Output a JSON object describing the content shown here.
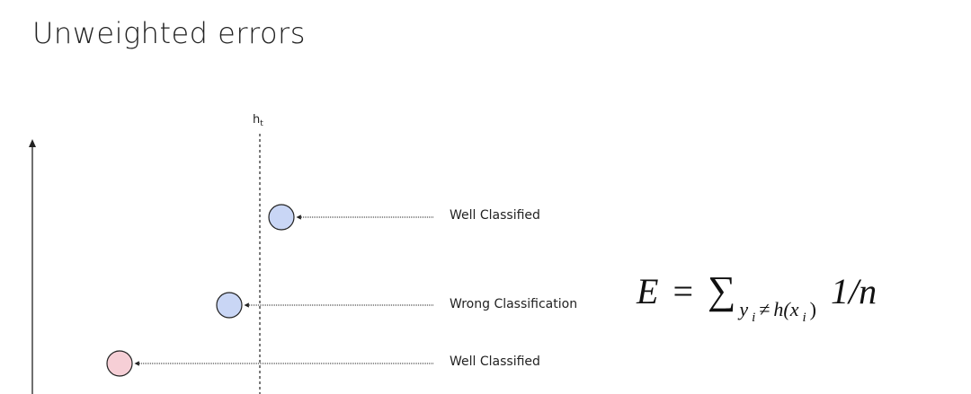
{
  "slide": {
    "title": "Unweighted errors"
  },
  "diagram": {
    "hypothesis": {
      "label_base": "h",
      "label_sub": "t"
    },
    "points": [
      {
        "label": "Well Classified",
        "color": "#c9d6f5",
        "side_of_boundary": "right"
      },
      {
        "label": "Wrong Classification",
        "color": "#c9d6f5",
        "side_of_boundary": "left"
      },
      {
        "label": "Well Classified",
        "color": "#f6cfd6",
        "side_of_boundary": "left"
      }
    ]
  },
  "formula": {
    "lhs": "E",
    "equals": "=",
    "sum": "∑",
    "sub_y": "y",
    "sub_i1": "i",
    "sub_neq": "≠",
    "sub_h": "h(x",
    "sub_i2": "i",
    "sub_close": ")",
    "term": "1/n"
  },
  "colors": {
    "stroke": "#222222",
    "text": "#222222"
  }
}
